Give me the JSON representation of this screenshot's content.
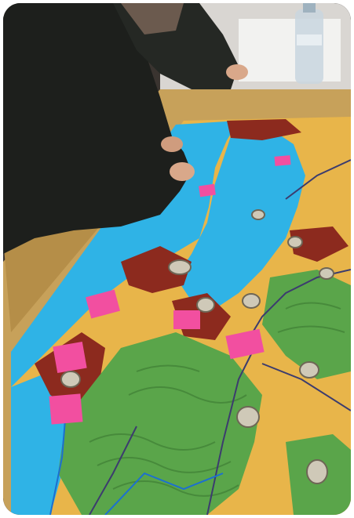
{
  "photo": {
    "subject": "relief-map-workshop",
    "colors": {
      "lake": "#2fb3e6",
      "lowland": "#e8b54a",
      "forest": "#5aa54a",
      "urban": "#8c2a1e",
      "table_wood": "#c7a15a",
      "sticky_note": "#f24fa0",
      "clothing": "#1d1f1c"
    },
    "marker_count": 10,
    "sticky_note_count": 7
  }
}
